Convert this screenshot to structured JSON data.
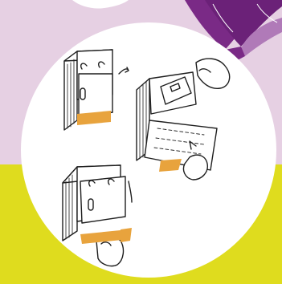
{
  "colors": {
    "background_top": "#e6d0e3",
    "background_bottom": "#dfdc1e",
    "plant_purple": "#7a2a86",
    "plant_leaf": "#b07ab8",
    "circle": "#ffffff",
    "tape": "#e8a33d",
    "ink": "#1f1f1f"
  },
  "illustration": {
    "panels": [
      "calendar-closed-step",
      "calendar-lifting-tape-step",
      "calendar-peeling-page-step"
    ]
  }
}
